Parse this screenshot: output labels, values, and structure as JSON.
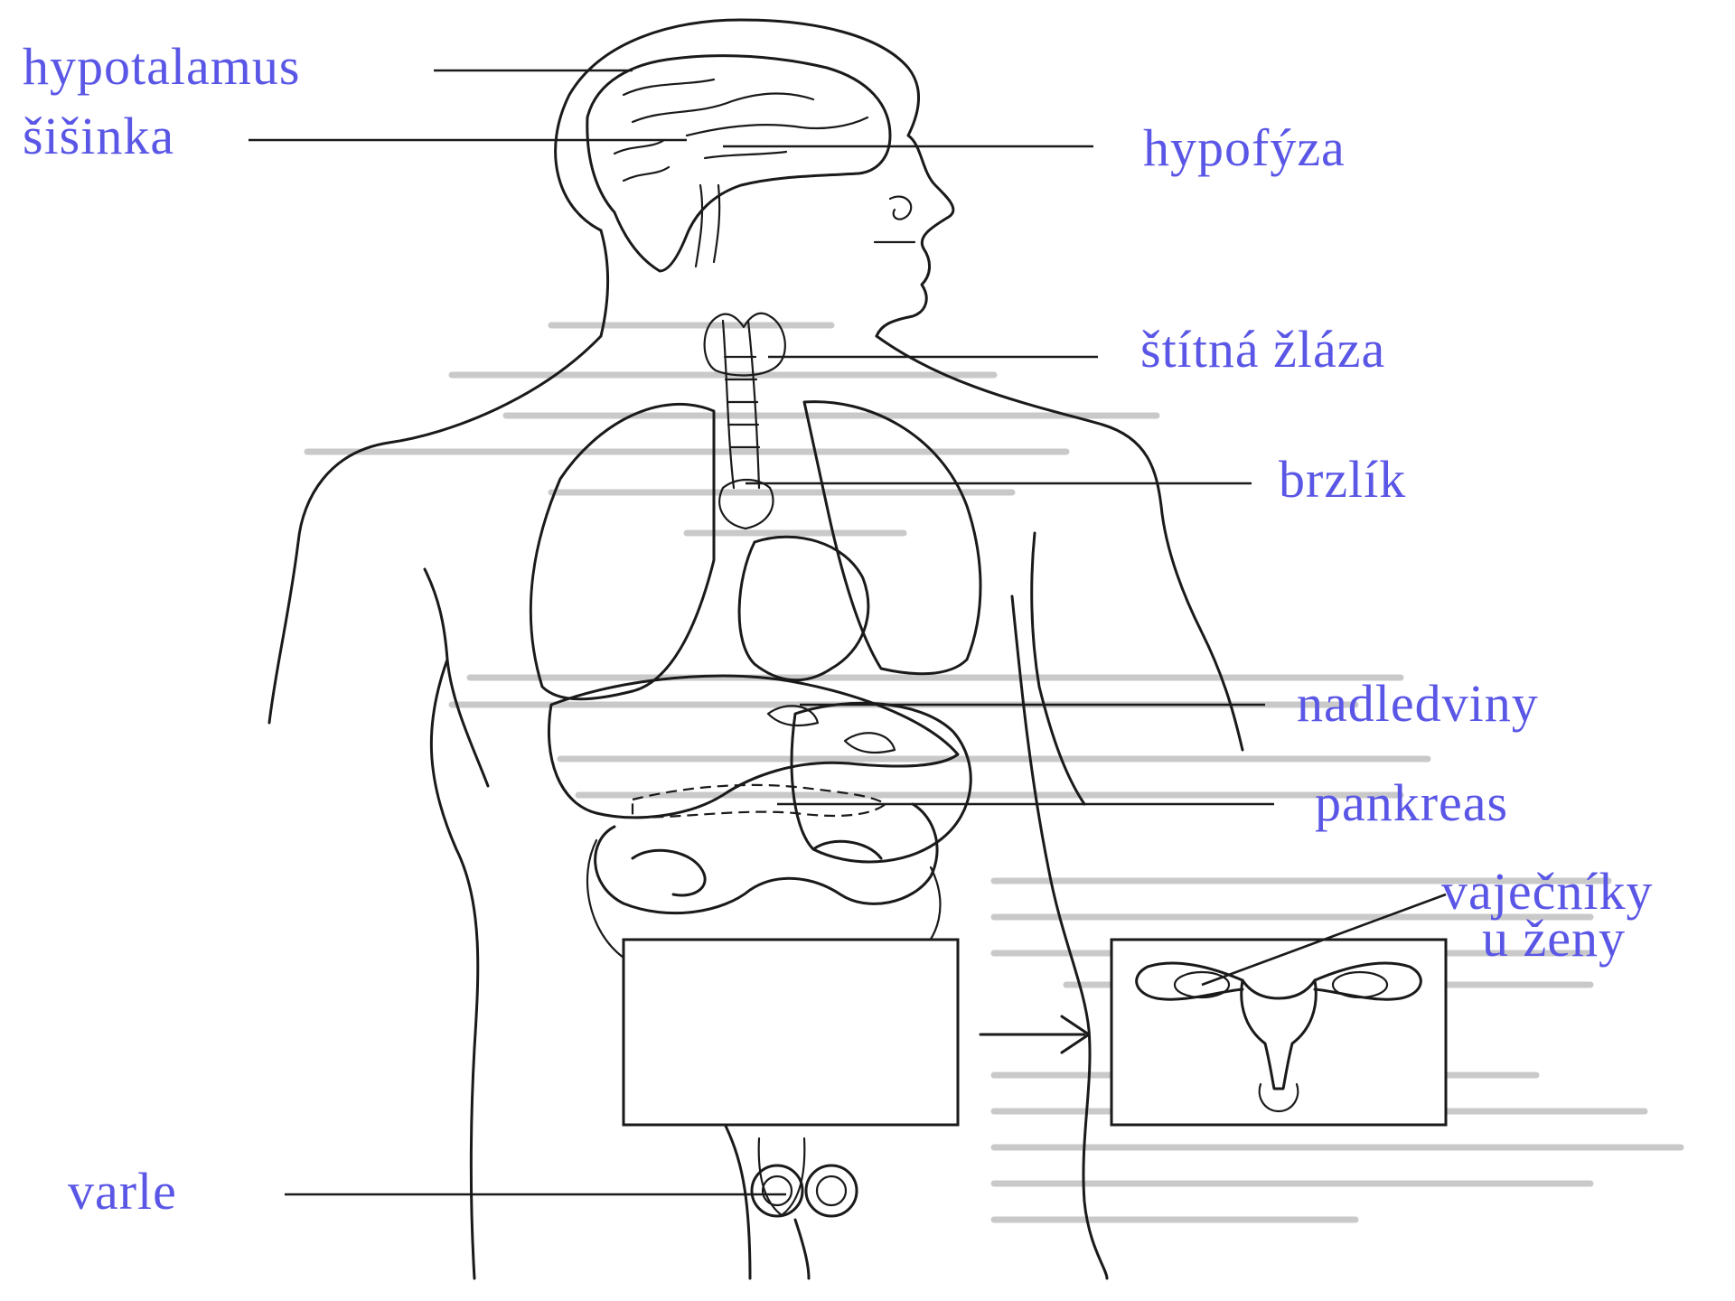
{
  "labels": {
    "hypotalamus": "hypotalamus",
    "sisinka": "šišinka",
    "hypofyza": "hypofýza",
    "stitna_zlaza": "štítná žláza",
    "brzlik": "brzlík",
    "nadledviny": "nadledviny",
    "pankreas": "pankreas",
    "vajecniky_line1": "vaječníky",
    "vajecniky_line2": "u ženy",
    "varle": "varle"
  },
  "colors": {
    "label_text": "#5a56e6",
    "line_art": "#1a1a1a",
    "background": "#ffffff"
  }
}
